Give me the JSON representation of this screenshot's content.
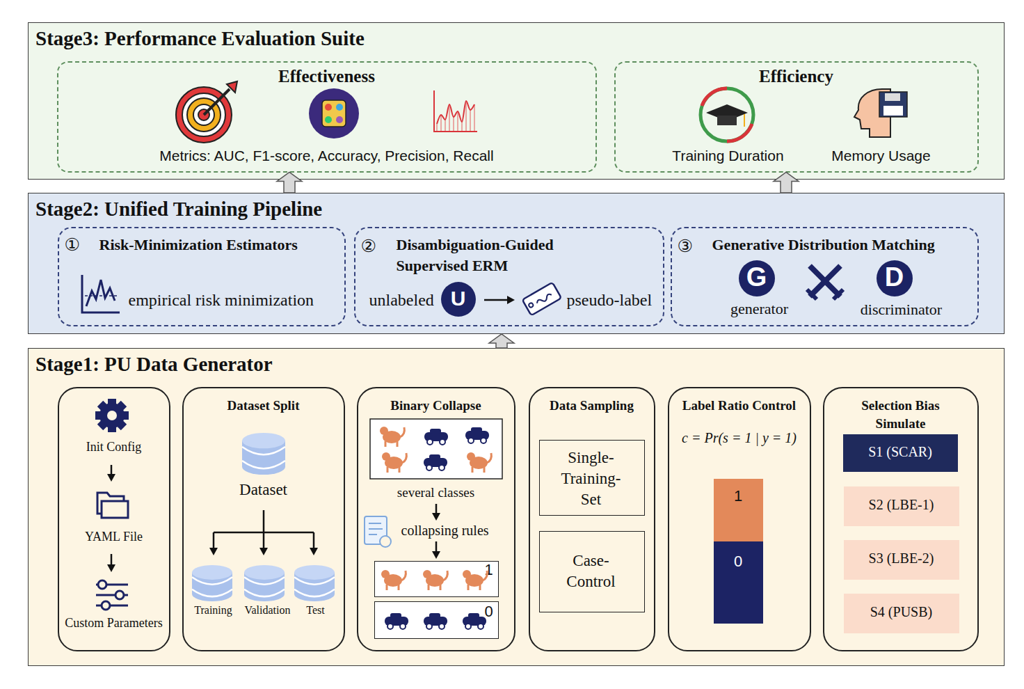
{
  "diagram": {
    "nodes": [
      {
        "text": [
          "Stage3: Performance Evaluation Suite"
        ]
      },
      {
        "text": [
          "Effectiveness",
          "Metrics: AUC, F1-score, Accuracy, Precision, Recall"
        ],
        "in": 0
      },
      {
        "text": [
          "Efficiency",
          "Training Duration",
          "Memory Usage"
        ],
        "in": 0
      },
      {
        "text": [
          "Stage2: Unified Training Pipeline"
        ]
      },
      {
        "text": [
          "①",
          "Risk-Minimization Estimators",
          "empirical risk minimization"
        ],
        "in": 3
      },
      {
        "text": [
          "②",
          "Disambiguation-Guided Supervised ERM",
          "unlabeled",
          "pseudo-label"
        ],
        "in": 3
      },
      {
        "text": [
          "U"
        ],
        "in": 5
      },
      {
        "text": [
          "③",
          "Generative Distribution Matching",
          "generator",
          "discriminator"
        ],
        "in": 3
      },
      {
        "text": [
          "G"
        ],
        "in": 7
      },
      {
        "text": [
          "D"
        ],
        "in": 7
      },
      {
        "text": [
          "Stage1: PU Data Generator"
        ]
      },
      {
        "text": [
          "Init Config",
          "YAML File",
          "Custom Parameters"
        ],
        "in": 10
      },
      {
        "text": [
          "Dataset Split",
          "Dataset",
          "Training",
          "Validation",
          "Test"
        ],
        "in": 10
      },
      {
        "text": [
          "Binary Collapse",
          "several classes",
          "collapsing rules"
        ],
        "in": 10
      },
      {
        "text": [
          "1"
        ],
        "in": 13
      },
      {
        "text": [
          "0"
        ],
        "in": 13
      },
      {
        "text": [
          "Data Sampling"
        ],
        "in": 10
      },
      {
        "text": [
          "Single- Training- Set"
        ],
        "in": 16
      },
      {
        "text": [
          "Case- Control"
        ],
        "in": 16
      },
      {
        "text": [
          "Label Ratio Control",
          "c = Pr(s = 1 | y = 1)"
        ],
        "in": 10
      },
      {
        "text": [
          "1"
        ],
        "in": 19
      },
      {
        "text": [
          "0"
        ],
        "in": 19
      },
      {
        "text": [
          "Selection Bias Simulate"
        ],
        "in": 10
      },
      {
        "text": [
          "S1 (SCAR)"
        ],
        "in": 22
      },
      {
        "text": [
          "S2 (LBE-1)"
        ],
        "in": 22
      },
      {
        "text": [
          "S3 (LBE-2)"
        ],
        "in": 22
      },
      {
        "text": [
          "S4 (PUSB)"
        ],
        "in": 22
      }
    ],
    "edges": [
      {
        "from": 10,
        "to": 3,
        "arrow": "to"
      },
      {
        "from": 3,
        "to": 1,
        "arrow": "to"
      },
      {
        "from": 3,
        "to": 2,
        "arrow": "to"
      }
    ]
  }
}
